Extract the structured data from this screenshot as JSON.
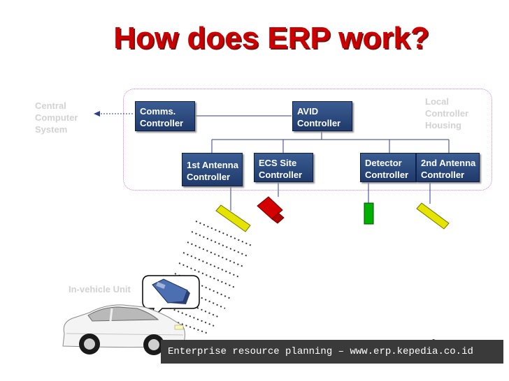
{
  "title": "How does ERP work?",
  "labels": {
    "central": [
      "Central",
      "Computer",
      "System"
    ],
    "local": [
      "Local",
      "Controller",
      "Housing"
    ],
    "in_vehicle": "In-vehicle Unit"
  },
  "boxes": {
    "comms": [
      "Comms.",
      "Controller"
    ],
    "avid": [
      "AVID",
      "Controller"
    ],
    "antenna1": [
      "1st Antenna",
      "Controller"
    ],
    "ecs": [
      "ECS Site",
      "Controller"
    ],
    "detector": [
      "Detector",
      "Controller"
    ],
    "antenna2": [
      "2nd Antenna",
      "Controller"
    ]
  },
  "footer": "Enterprise resource planning – www.erp.kepedia.co.id",
  "colors": {
    "title": "#cc0000",
    "box": "#2b4a7e",
    "housing_border": "#c77ad8",
    "antenna": "#dede00",
    "camera": "#cc0000",
    "detector": "#00b000"
  },
  "icons": [
    "antenna-icon",
    "camera-icon",
    "detector-icon",
    "car-icon",
    "in-vehicle-unit-icon"
  ]
}
